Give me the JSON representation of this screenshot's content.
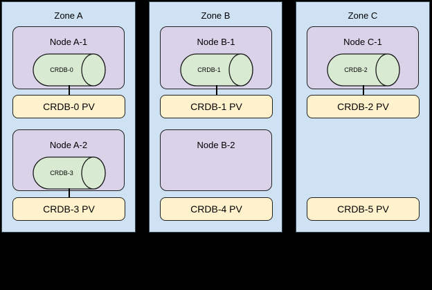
{
  "colors": {
    "background": "#000000",
    "zone_fill": "#cfe2f3",
    "zone_border": "#37474f",
    "node_fill": "#d9d2e9",
    "pod_fill": "#d9ead3",
    "pv_fill": "#fff2cc",
    "shape_border": "#000000"
  },
  "zones": [
    {
      "label": "Zone A",
      "nodes": [
        {
          "label": "Node A-1",
          "pod": "CRDB-0"
        },
        {
          "label": "Node A-2",
          "pod": "CRDB-3"
        }
      ],
      "pvs": [
        "CRDB-0 PV",
        "CRDB-3 PV"
      ]
    },
    {
      "label": "Zone B",
      "nodes": [
        {
          "label": "Node B-1",
          "pod": "CRDB-1"
        },
        {
          "label": "Node B-2"
        }
      ],
      "pvs": [
        "CRDB-1 PV",
        "CRDB-4 PV"
      ]
    },
    {
      "label": "Zone C",
      "nodes": [
        {
          "label": "Node C-1",
          "pod": "CRDB-2"
        }
      ],
      "pvs": [
        "CRDB-2 PV",
        "CRDB-5 PV"
      ]
    }
  ]
}
